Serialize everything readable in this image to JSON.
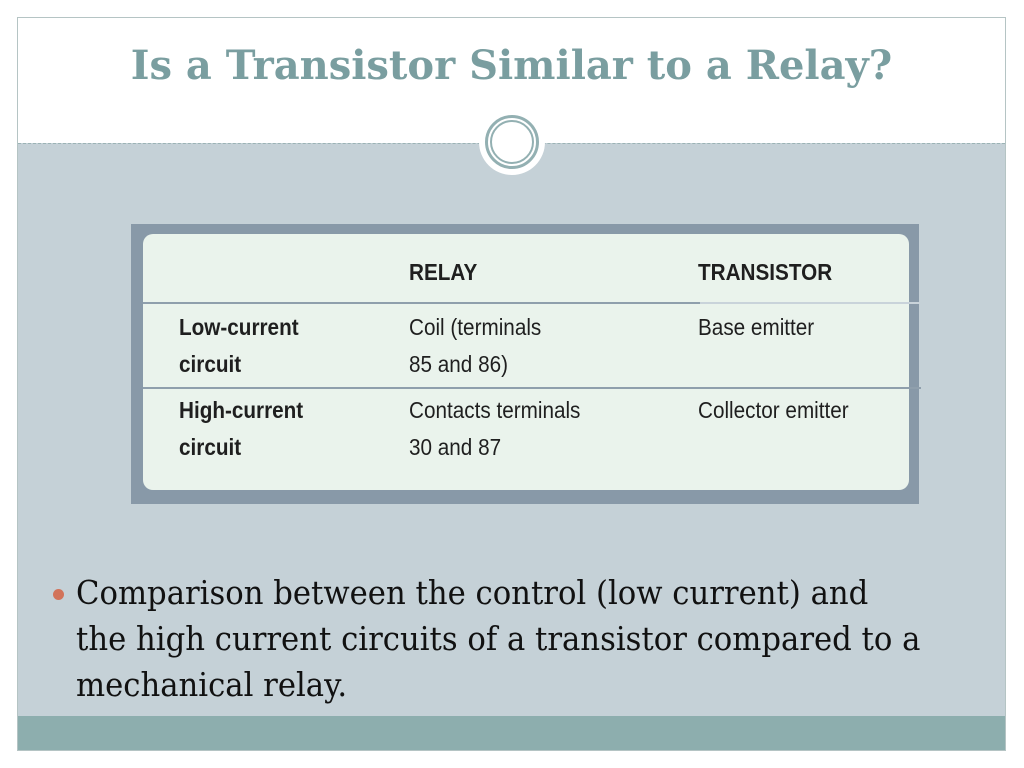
{
  "slide": {
    "title": "Is a Transistor Similar to a Relay?"
  },
  "table": {
    "headers": [
      "",
      "RELAY",
      "TRANSISTOR"
    ],
    "rows": [
      {
        "label": "Low-current\ncircuit",
        "relay": "Coil (terminals\n85 and 86)",
        "transistor": "Base emitter"
      },
      {
        "label": "High-current\ncircuit",
        "relay": "Contacts terminals\n30 and 87",
        "transistor": "Collector emitter"
      }
    ]
  },
  "bullet": {
    "text": "Comparison between the control (low current) and the high current circuits of a transistor compared to a mechanical relay."
  },
  "colors": {
    "title": "#7a9ea0",
    "slide_background": "#c5d1d7",
    "table_frame": "#8899a8",
    "table_card": "#eaf3ec",
    "bullet_marker": "#d2735a",
    "footer_bar": "#8daeae"
  }
}
